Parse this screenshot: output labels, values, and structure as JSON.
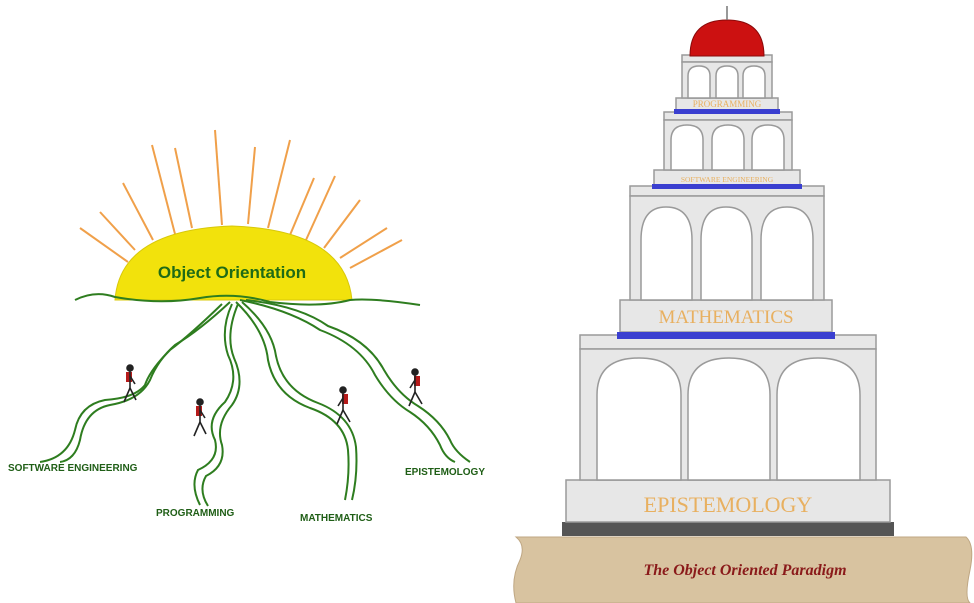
{
  "left": {
    "sun_label": "Object Orientation",
    "paths": [
      {
        "label": "SOFTWARE ENGINEERING"
      },
      {
        "label": "PROGRAMMING"
      },
      {
        "label": "MATHEMATICS"
      },
      {
        "label": "EPISTEMOLOGY"
      }
    ]
  },
  "right": {
    "tiers": [
      {
        "label": "PROGRAMMING"
      },
      {
        "label": "SOFTWARE ENGINEERING"
      },
      {
        "label": "MATHEMATICS"
      },
      {
        "label": "EPISTEMOLOGY"
      }
    ],
    "base_label": "The Object Oriented Paradigm"
  },
  "colors": {
    "sun": "#f2e20c",
    "rays": "#f0a04a",
    "path": "#2e7d1f",
    "sun_text": "#1f6b16",
    "tower_fill": "#e7e7e7",
    "tower_stroke": "#9a9a9a",
    "tier_text": "#e8b060",
    "band": "#3a3fd0",
    "dome": "#cc1111",
    "ground": "#d8c3a0",
    "base_text": "#8a1a1a"
  }
}
